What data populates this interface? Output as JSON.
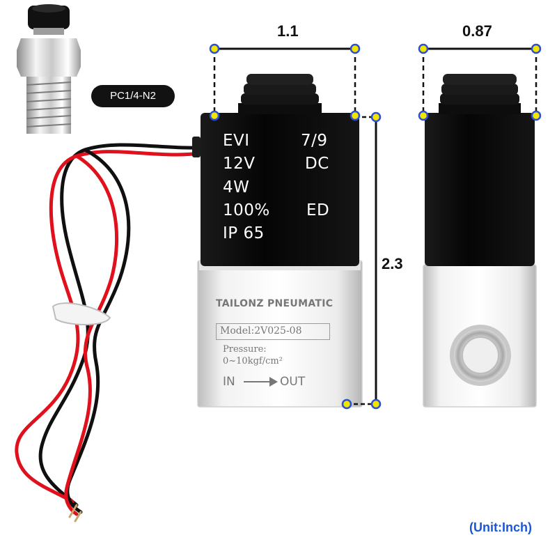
{
  "fitting": {
    "label": "PC1/4-N2"
  },
  "coil": {
    "line1_left": "EVI",
    "line1_right": "7/9",
    "line2_left": "12V",
    "line2_right": "DC",
    "line3_left": "4W",
    "line4_left": "100%",
    "line4_right": "ED",
    "line5_left": "IP 65"
  },
  "valve_body": {
    "brand": "TAILONZ PNEUMATIC",
    "model": "Model:2V025-08",
    "pressure_label": "Pressure:",
    "pressure_range": "0~10kgf/cm²",
    "flow_in": "IN",
    "flow_out": "OUT"
  },
  "dimensions": {
    "front_width": "1.1",
    "side_width": "0.87",
    "height": "2.3",
    "unit_note": "(Unit:Inch)"
  },
  "colors": {
    "marker_fill": "#f2e600",
    "marker_stroke": "#2b4fd6",
    "wire_red": "#e0101c",
    "wire_black": "#101010",
    "unit_text": "#1a56d6"
  }
}
